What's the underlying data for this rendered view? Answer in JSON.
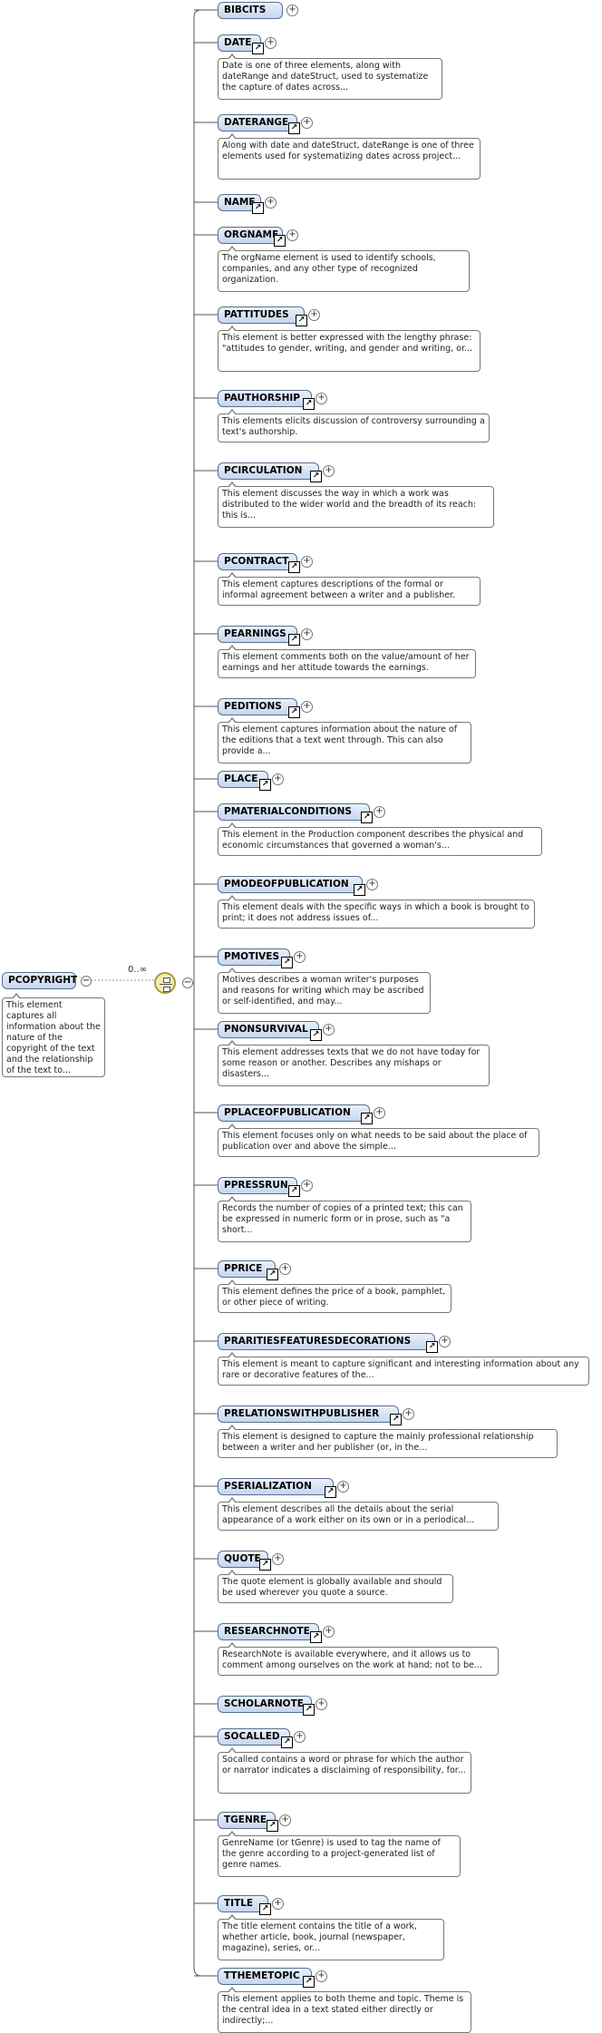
{
  "root": {
    "name": "PCOPYRIGHT",
    "doc": "This element captures all information about the nature of the copyright of the text and the relationship of the text to...",
    "occurrence": "0..∞"
  },
  "children": [
    {
      "name": "BIBCITS",
      "ref": false,
      "doc": ""
    },
    {
      "name": "DATE",
      "ref": true,
      "doc": "Date is one of three elements, along with dateRange and dateStruct, used to systematize the capture of dates across..."
    },
    {
      "name": "DATERANGE",
      "ref": true,
      "doc": "Along with date and dateStruct, dateRange is one of three elements used for systematizing dates across project..."
    },
    {
      "name": "NAME",
      "ref": true,
      "doc": ""
    },
    {
      "name": "ORGNAME",
      "ref": true,
      "doc": "The orgName element is used to identify schools, companies, and any other type of recognized organization."
    },
    {
      "name": "PATTITUDES",
      "ref": true,
      "doc": "This element is better expressed with the lengthy phrase: \"attitudes to gender, writing, and gender and writing, or..."
    },
    {
      "name": "PAUTHORSHIP",
      "ref": true,
      "doc": "This elements elicits discussion of controversy surrounding a text's authorship."
    },
    {
      "name": "PCIRCULATION",
      "ref": true,
      "doc": "This element discusses the way in which a work was distributed to the wider world and the breadth of its reach: this is..."
    },
    {
      "name": "PCONTRACT",
      "ref": true,
      "doc": "This element captures descriptions of the formal or informal agreement between a writer and a publisher."
    },
    {
      "name": "PEARNINGS",
      "ref": true,
      "doc": "This element comments both on the value/amount of her earnings and her attitude towards the earnings."
    },
    {
      "name": "PEDITIONS",
      "ref": true,
      "doc": "This element captures information about the nature of the editions that a text went through. This can also provide a..."
    },
    {
      "name": "PLACE",
      "ref": true,
      "doc": ""
    },
    {
      "name": "PMATERIALCONDITIONS",
      "ref": true,
      "doc": "This element in the Production component describes the physical and economic circumstances that governed a woman's..."
    },
    {
      "name": "PMODEOFPUBLICATION",
      "ref": true,
      "doc": "This element deals with the specific ways in which a book is brought to print; it does not address issues of..."
    },
    {
      "name": "PMOTIVES",
      "ref": true,
      "doc": "Motives describes a woman writer's purposes and reasons for writing which may be ascribed or self-identified, and may..."
    },
    {
      "name": "PNONSURVIVAL",
      "ref": true,
      "doc": "This element addresses texts that we do not have today for some reason or another. Describes any mishaps or disasters..."
    },
    {
      "name": "PPLACEOFPUBLICATION",
      "ref": true,
      "doc": "This element focuses only on what needs to be said about the place of publication over and above the simple..."
    },
    {
      "name": "PPRESSRUN",
      "ref": true,
      "doc": "Records the number of copies of a printed text; this can be expressed in numeric form or in prose, such as \"a short..."
    },
    {
      "name": "PPRICE",
      "ref": true,
      "doc": "This element defines the price of a book, pamphlet, or other piece of writing."
    },
    {
      "name": "PRARITIESFEATURESDECORATIONS",
      "ref": true,
      "doc": "This element is meant to capture significant and interesting information about any rare or decorative features of the..."
    },
    {
      "name": "PRELATIONSWITHPUBLISHER",
      "ref": true,
      "doc": "This element is designed to capture the mainly professional relationship between a writer and her publisher (or, in the..."
    },
    {
      "name": "PSERIALIZATION",
      "ref": true,
      "doc": "This element describes all the details about the serial appearance of a work either on its own or in a periodical..."
    },
    {
      "name": "QUOTE",
      "ref": true,
      "doc": "The quote element is globally available and should be used wherever you quote a source."
    },
    {
      "name": "RESEARCHNOTE",
      "ref": true,
      "doc": "ResearchNote is available everywhere, and it allows us to comment among ourselves on the work at hand; not to be..."
    },
    {
      "name": "SCHOLARNOTE",
      "ref": true,
      "doc": ""
    },
    {
      "name": "SOCALLED",
      "ref": true,
      "doc": "Socalled contains a word or phrase for which the author or narrator indicates a disclaiming of responsibility, for..."
    },
    {
      "name": "TGENRE",
      "ref": true,
      "doc": "GenreName (or tGenre) is used to tag the name of the genre according to a project-generated list of genre names."
    },
    {
      "name": "TITLE",
      "ref": true,
      "doc": "The title element contains the title of a work, whether article, book, journal (newspaper, magazine), series, or..."
    },
    {
      "name": "TTHEMETOPIC",
      "ref": true,
      "doc": "This element applies to both theme and topic. Theme is the central idea in a text stated either directly or indirectly;..."
    }
  ]
}
